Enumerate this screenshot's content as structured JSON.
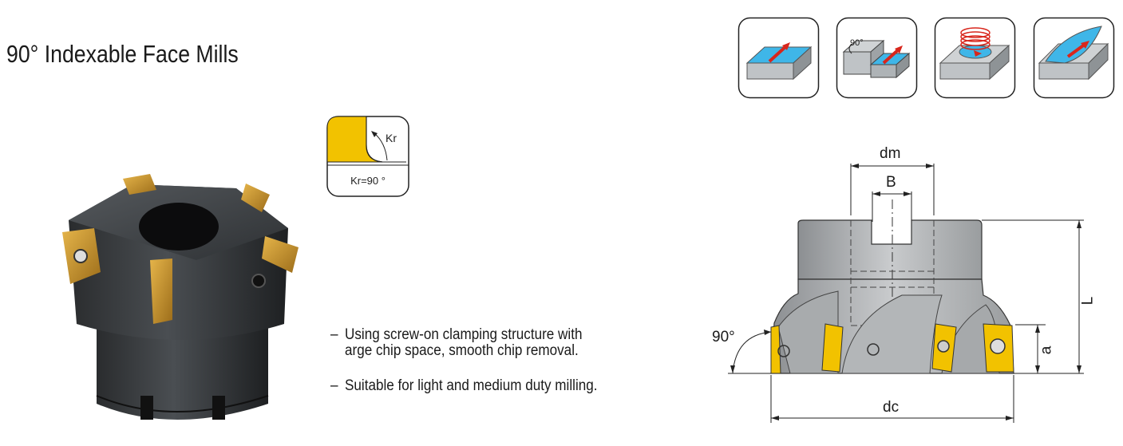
{
  "page": {
    "title": "90° Indexable Face Mills"
  },
  "insert_angle": {
    "angle_label": "Kr",
    "value_label": "Kr=90 °"
  },
  "features": [
    {
      "lines": [
        "Using screw-on clamping structure with",
        "arge chip space, smooth chip removal."
      ]
    },
    {
      "lines": [
        "Suitable for light and medium duty milling."
      ]
    }
  ],
  "application_icons": [
    {
      "name": "face-milling-icon"
    },
    {
      "name": "shoulder-milling-icon",
      "label": "90°"
    },
    {
      "name": "helical-milling-icon"
    },
    {
      "name": "pocket-milling-icon"
    }
  ],
  "drawing": {
    "dims": {
      "dm": "dm",
      "B": "B",
      "L": "L",
      "a": "a",
      "dc": "dc",
      "angle": "90°"
    }
  },
  "colors": {
    "insert_gold": "#f2c200",
    "tool_body": "#3a3d40",
    "icon_blue": "#2aa7df",
    "arrow_red": "#d8261c"
  }
}
